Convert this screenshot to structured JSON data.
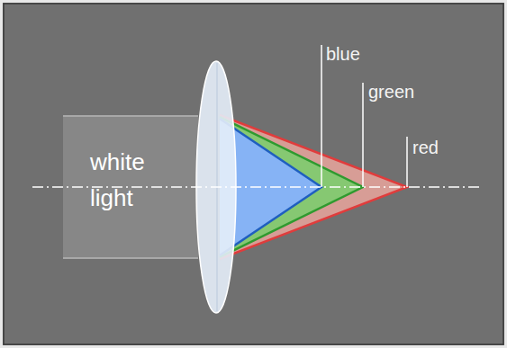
{
  "diagram": {
    "nodes": [
      {
        "text": [
          "white light"
        ]
      }
    ],
    "labels": [
      "blue",
      "green",
      "red"
    ]
  }
}
